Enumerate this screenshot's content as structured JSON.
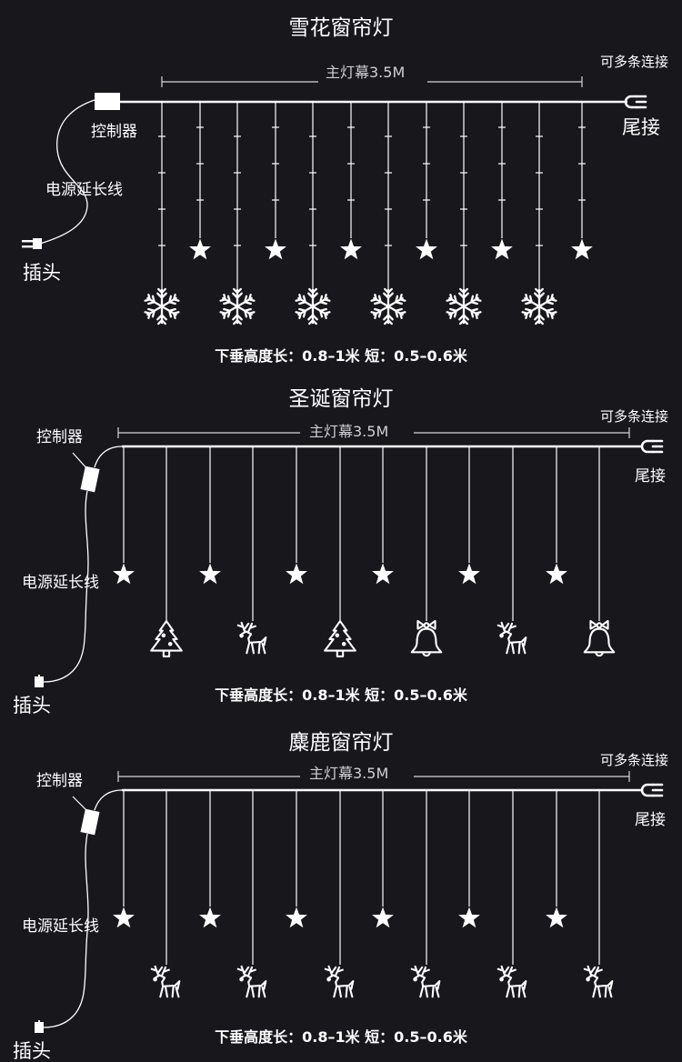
{
  "panels": [
    {
      "title": "雪花窗帘灯",
      "main_label": "主灯幕3.5M",
      "connect_label": "可多条连接",
      "controller_label": "控制器",
      "cable_label": "电源延长线",
      "plug_label": "插头",
      "tail_label": "尾接",
      "drop_note": "下垂高度长：0.8–1米  短：0.5–0.6米",
      "bottom_ornament": "snowflake-icon"
    },
    {
      "title": "圣诞窗帘灯",
      "main_label": "主灯幕3.5M",
      "connect_label": "可多条连接",
      "controller_label": "控制器",
      "cable_label": "电源延长线",
      "plug_label": "插头",
      "tail_label": "尾接",
      "drop_note": "下垂高度长：0.8–1米  短：0.5–0.6米",
      "bottom_ornaments": [
        "tree-icon",
        "reindeer-icon",
        "tree-icon",
        "bell-icon",
        "reindeer-icon",
        "bell-icon"
      ]
    },
    {
      "title": "麋鹿窗帘灯",
      "main_label": "主灯幕3.5M",
      "connect_label": "可多条连接",
      "controller_label": "控制器",
      "cable_label": "电源延长线",
      "plug_label": "插头",
      "tail_label": "尾接",
      "drop_note": "下垂高度长：0.8–1米  短：0.5–0.6米",
      "bottom_ornament": "reindeer-icon"
    }
  ],
  "colors": {
    "background": "#17171c",
    "line": "#ffffff"
  }
}
